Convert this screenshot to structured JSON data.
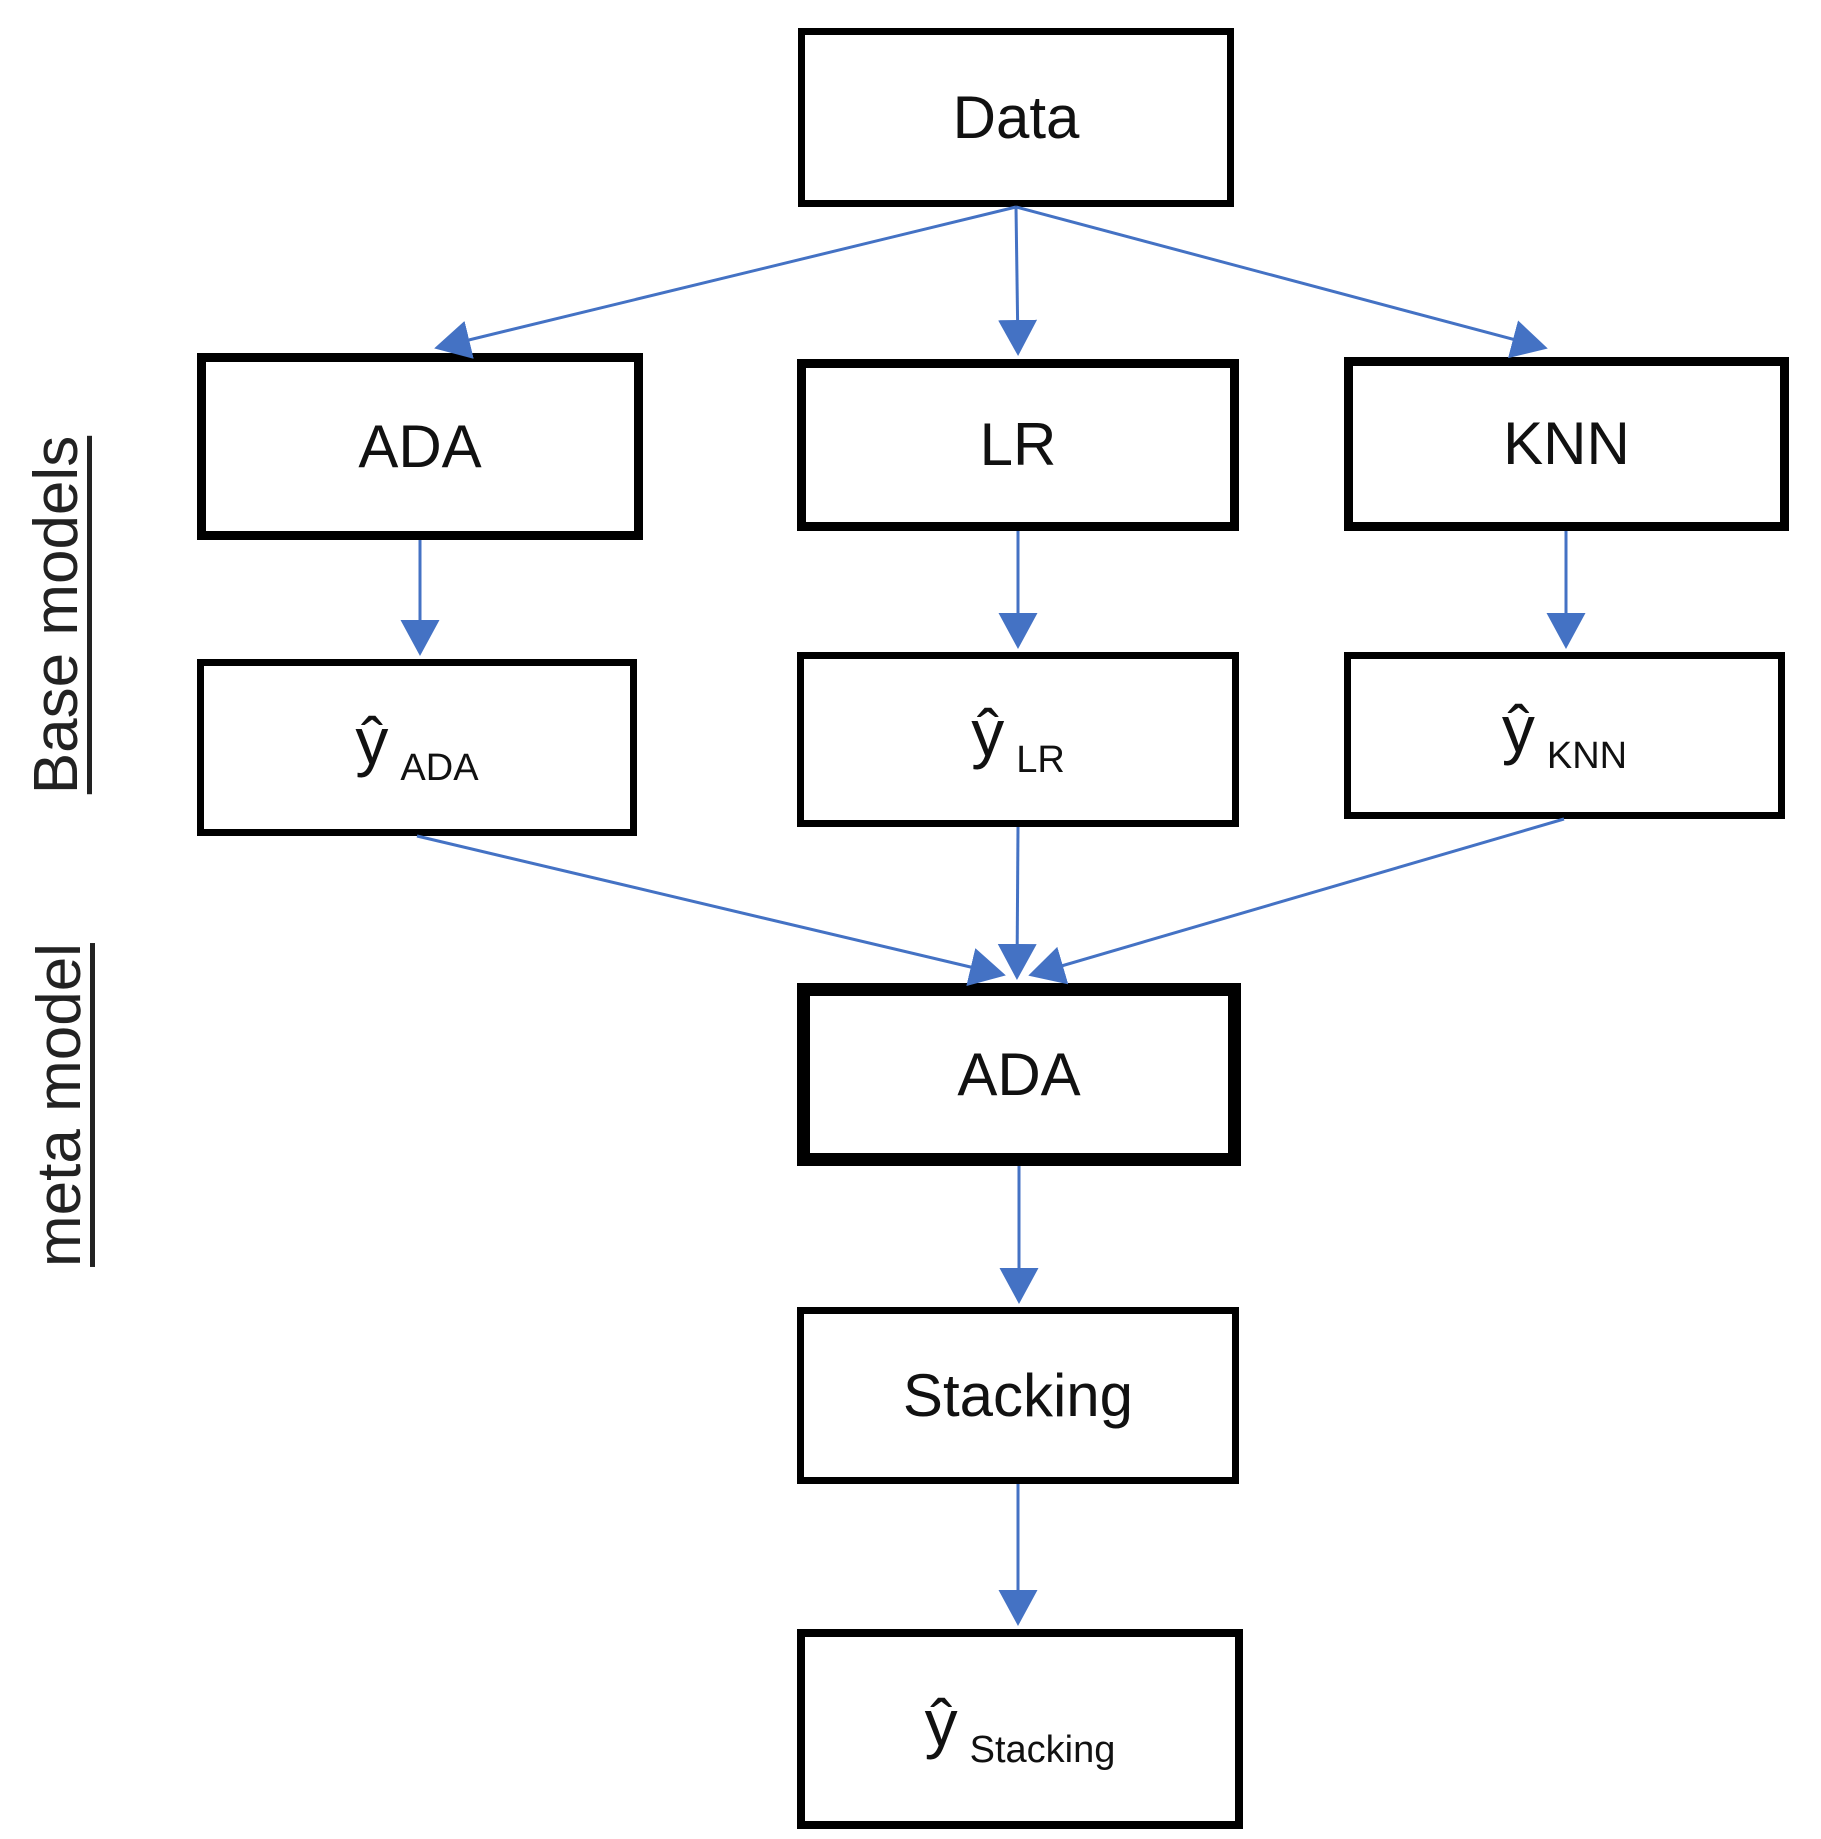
{
  "colors": {
    "arrow": "#4472C4",
    "border": "#000000",
    "text": "#111111"
  },
  "section_labels": {
    "base": "Base models",
    "meta": "meta model"
  },
  "nodes": {
    "data": {
      "label": "Data"
    },
    "ada": {
      "label": "ADA"
    },
    "lr": {
      "label": "LR"
    },
    "knn": {
      "label": "KNN"
    },
    "y_ada": {
      "symbol": "ŷ",
      "sub": "ADA"
    },
    "y_lr": {
      "symbol": "ŷ",
      "sub": "LR"
    },
    "y_knn": {
      "symbol": "ŷ",
      "sub": "KNN"
    },
    "meta_ada": {
      "label": "ADA"
    },
    "stacking": {
      "label": "Stacking"
    },
    "y_stacking": {
      "symbol": "ŷ",
      "sub": "Stacking"
    }
  }
}
